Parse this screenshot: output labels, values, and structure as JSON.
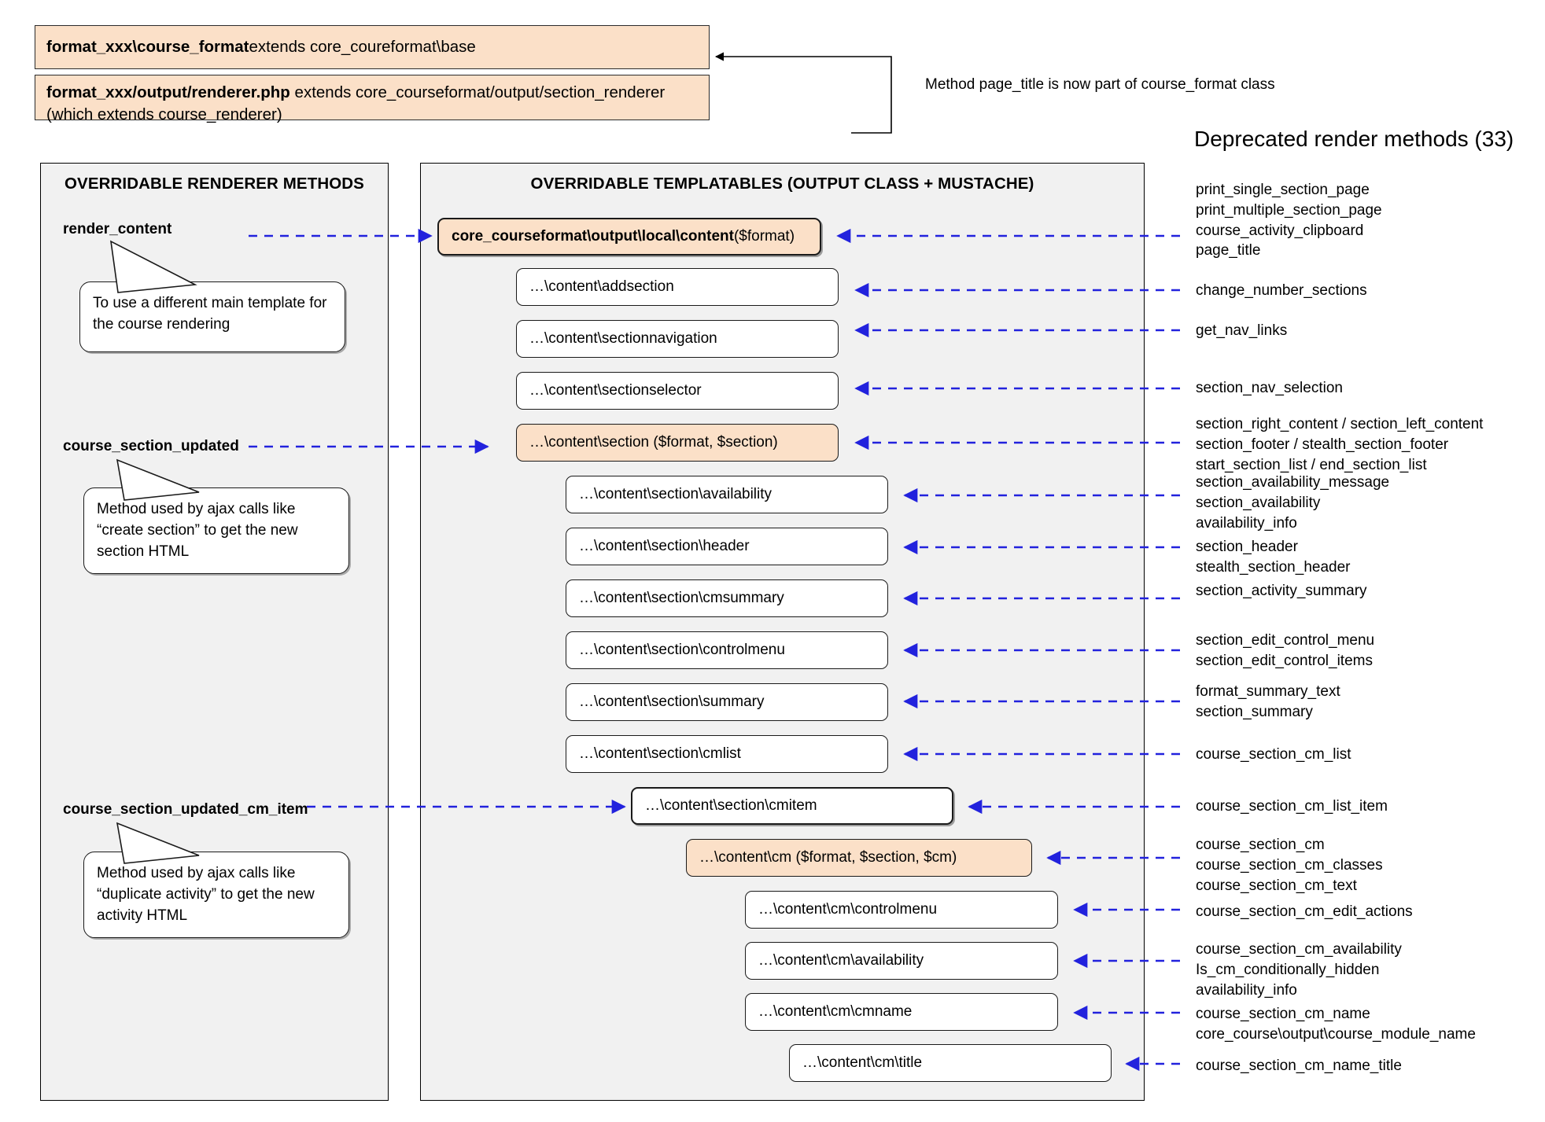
{
  "top": {
    "class_box": {
      "bold": "format_xxx\\course_format",
      "rest": " extends core_coureformat\\base"
    },
    "renderer_box": {
      "bold": "format_xxx/output/renderer.php",
      "rest": " extends core_courseformat/output/section_renderer (which extends course_renderer)"
    },
    "note": "Method page_title is now part of course_format class"
  },
  "left_panel": {
    "title": "OVERRIDABLE RENDERER METHODS",
    "methods": [
      {
        "label": "render_content"
      },
      {
        "label": "course_section_updated"
      },
      {
        "label": "course_section_updated_cm_item"
      }
    ],
    "callouts": [
      {
        "text": "To use a different main template for the course rendering"
      },
      {
        "text": "Method used by ajax calls like “create section” to get the new section HTML"
      },
      {
        "text": "Method used by ajax calls like “duplicate activity” to get the new activity HTML"
      }
    ]
  },
  "center_panel": {
    "title": "OVERRIDABLE TEMPLATABLES (OUTPUT CLASS + MUSTACHE)",
    "nodes": [
      {
        "bold": "core_courseformat\\output\\local\\content",
        "normal": " ($format)",
        "style": "peach-strong"
      },
      {
        "bold": "",
        "normal": "…\\content\\addsection",
        "style": "plain"
      },
      {
        "bold": "",
        "normal": "…\\content\\sectionnavigation",
        "style": "plain"
      },
      {
        "bold": "",
        "normal": "…\\content\\sectionselector",
        "style": "plain"
      },
      {
        "bold": "",
        "normal": "…\\content\\section ($format, $section)",
        "style": "peach"
      },
      {
        "bold": "",
        "normal": "…\\content\\section\\availability",
        "style": "plain"
      },
      {
        "bold": "",
        "normal": "…\\content\\section\\header",
        "style": "plain"
      },
      {
        "bold": "",
        "normal": "…\\content\\section\\cmsummary",
        "style": "plain"
      },
      {
        "bold": "",
        "normal": "…\\content\\section\\controlmenu",
        "style": "plain"
      },
      {
        "bold": "",
        "normal": "…\\content\\section\\summary",
        "style": "plain"
      },
      {
        "bold": "",
        "normal": "…\\content\\section\\cmlist",
        "style": "plain"
      },
      {
        "bold": "",
        "normal": "…\\content\\section\\cmitem",
        "style": "strong"
      },
      {
        "bold": "",
        "normal": "…\\content\\cm ($format, $section, $cm)",
        "style": "peach"
      },
      {
        "bold": "",
        "normal": "…\\content\\cm\\controlmenu",
        "style": "plain"
      },
      {
        "bold": "",
        "normal": "…\\content\\cm\\availability",
        "style": "plain"
      },
      {
        "bold": "",
        "normal": "…\\content\\cm\\cmname",
        "style": "plain"
      },
      {
        "bold": "",
        "normal": "…\\content\\cm\\title",
        "style": "plain"
      }
    ]
  },
  "right_panel": {
    "title": "Deprecated render methods (33)",
    "groups": [
      {
        "lines": [
          "print_single_section_page",
          "print_multiple_section_page",
          "course_activity_clipboard",
          "page_title"
        ]
      },
      {
        "lines": [
          "change_number_sections"
        ]
      },
      {
        "lines": [
          "get_nav_links"
        ]
      },
      {
        "lines": [
          "section_nav_selection"
        ]
      },
      {
        "lines": [
          "section_right_content / section_left_content",
          "section_footer / stealth_section_footer",
          "start_section_list / end_section_list"
        ]
      },
      {
        "lines": [
          "section_availability_message",
          "section_availability",
          "availability_info"
        ]
      },
      {
        "lines": [
          "section_header",
          "stealth_section_header"
        ]
      },
      {
        "lines": [
          "section_activity_summary"
        ]
      },
      {
        "lines": [
          "section_edit_control_menu",
          "section_edit_control_items"
        ]
      },
      {
        "lines": [
          "format_summary_text",
          "section_summary"
        ]
      },
      {
        "lines": [
          "course_section_cm_list"
        ]
      },
      {
        "lines": [
          "course_section_cm_list_item"
        ]
      },
      {
        "lines": [
          "course_section_cm",
          "course_section_cm_classes",
          "course_section_cm_text"
        ]
      },
      {
        "lines": [
          "course_section_cm_edit_actions"
        ]
      },
      {
        "lines": [
          "course_section_cm_availability",
          "Is_cm_conditionally_hidden",
          "availability_info"
        ]
      },
      {
        "lines": [
          "course_section_cm_name",
          "core_course\\output\\course_module_name"
        ]
      },
      {
        "lines": [
          "course_section_cm_name_title"
        ]
      }
    ]
  },
  "colors": {
    "peach": "#fbe0c8",
    "panel": "#f1f1f1",
    "arrow": "#2222dd",
    "stroke": "#1a1a1a"
  }
}
